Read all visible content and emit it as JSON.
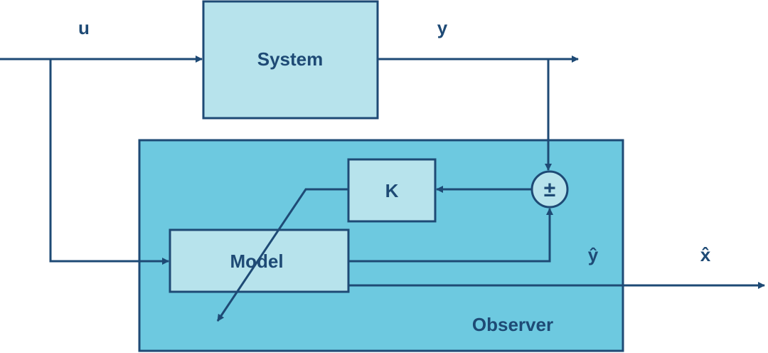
{
  "diagram": {
    "labels": {
      "input_u": "u",
      "output_y": "y",
      "estimate_yhat": "ŷ",
      "estimate_xhat": "x̂"
    },
    "blocks": {
      "system": "System",
      "gain": "K",
      "model": "Model",
      "observer": "Observer",
      "summer": "±"
    },
    "colors": {
      "line": "#1e4a75",
      "block_fill": "#b7e3ec",
      "observer_fill": "#6dc9e0"
    }
  }
}
